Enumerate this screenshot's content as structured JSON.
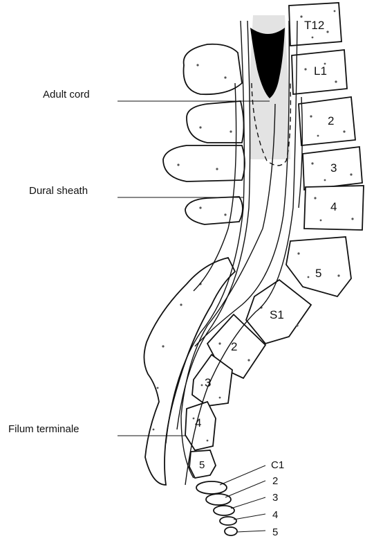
{
  "labels": {
    "adult_cord": "Adult cord",
    "dural_sheath": "Dural sheath",
    "filum_terminale": "Filum terminale"
  },
  "vertebrae": {
    "t12": "T12",
    "l1": "L1",
    "l2": "2",
    "l3": "3",
    "l4": "4",
    "l5": "5",
    "s1": "S1",
    "s2": "2",
    "s3": "3",
    "s4": "4",
    "s5": "5"
  },
  "coccyx": {
    "c1": "C1",
    "c2": "2",
    "c3": "3",
    "c4": "4",
    "c5": "5"
  },
  "colors": {
    "ink": "#111111",
    "cord_fill": "#000000",
    "canal_shade": "#e3e3e3"
  }
}
